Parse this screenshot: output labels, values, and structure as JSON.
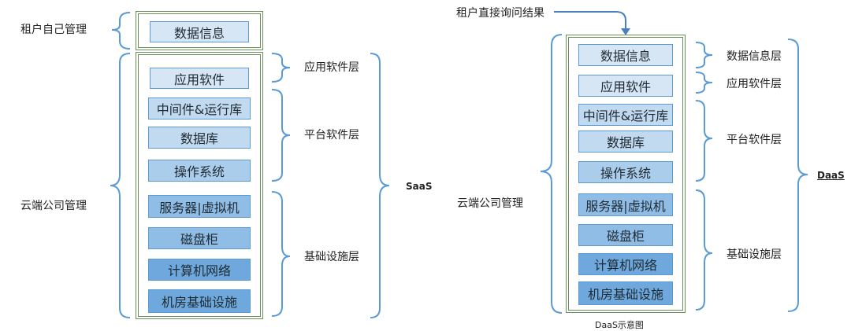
{
  "left": {
    "tenant_label": "租户自己管理",
    "tenant_layers": [
      "数据信息"
    ],
    "cloud_label": "云端公司管理",
    "cloud_layers": [
      "应用软件",
      "中间件&运行库",
      "数据库",
      "操作系统",
      "服务器|虚拟机",
      "磁盘柜",
      "计算机网络",
      "机房基础设施"
    ],
    "group_labels": [
      "应用软件层",
      "平台软件层",
      "基础设施层"
    ],
    "model_label": "SaaS"
  },
  "right": {
    "query_label": "租户直接询问结果",
    "cloud_label": "云端公司管理",
    "layers": [
      "数据信息",
      "应用软件",
      "中间件&运行库",
      "数据库",
      "操作系统",
      "服务器|虚拟机",
      "磁盘柜",
      "计算机网络",
      "机房基础设施"
    ],
    "group_labels": [
      "数据信息层",
      "应用软件层",
      "平台软件层",
      "基础设施层"
    ],
    "model_label": "DaaS",
    "caption": "DaaS示意图"
  },
  "colors": {
    "bracket": "#5a9bd5",
    "frame": "#6b8e5a",
    "arrow": "#4a7fc0"
  }
}
